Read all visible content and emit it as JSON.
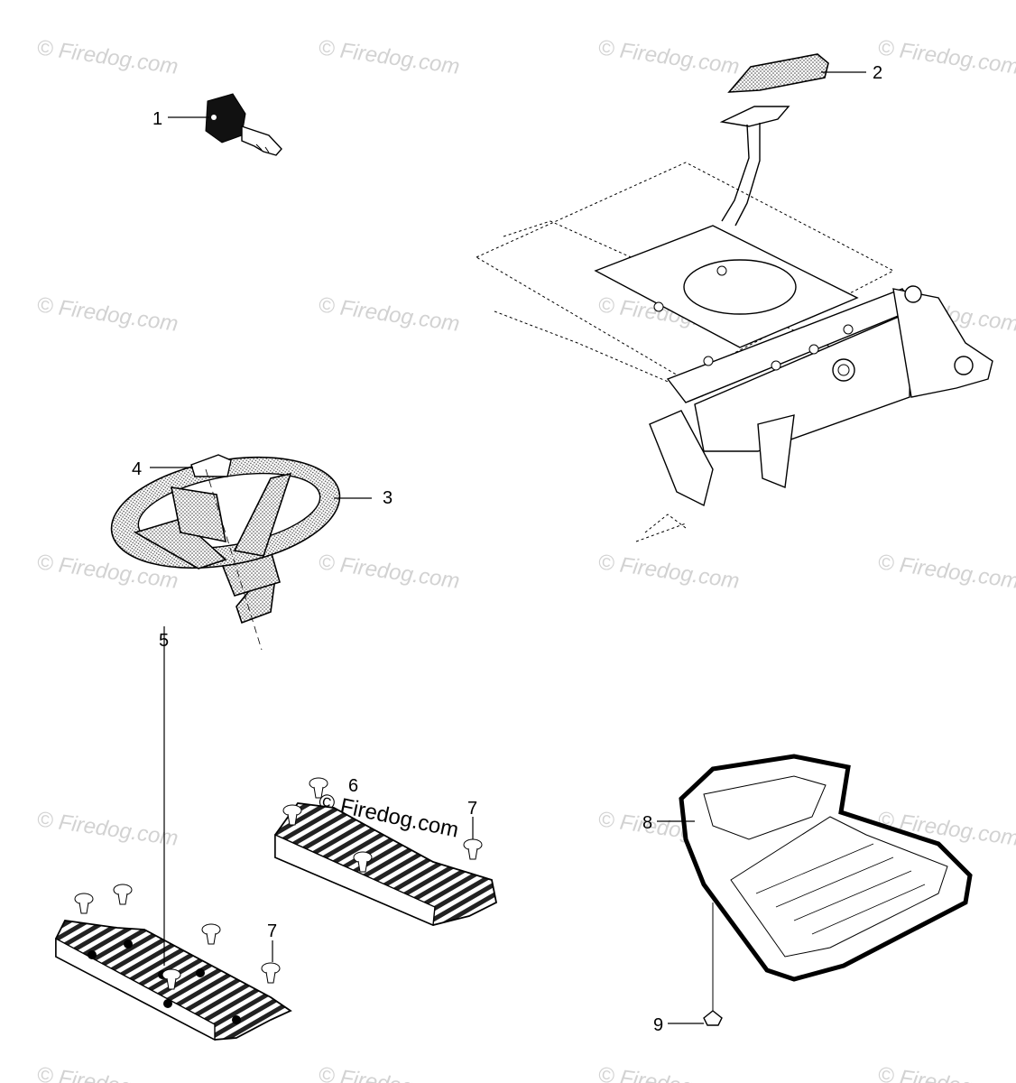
{
  "watermark": {
    "text": "© Firedog.com"
  },
  "callouts": [
    "1",
    "2",
    "3",
    "4",
    "5",
    "6",
    "7",
    "7",
    "8",
    "9"
  ]
}
